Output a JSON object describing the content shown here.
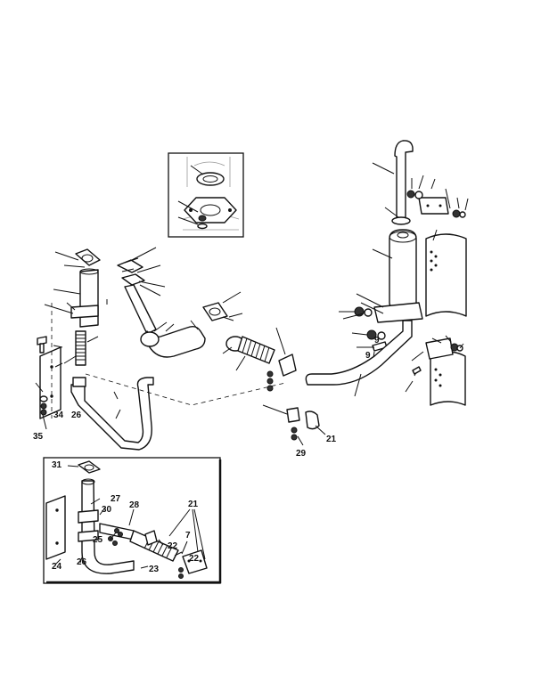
{
  "diagram": {
    "labels": {
      "l34": "34",
      "l26a": "26",
      "l35": "35",
      "l21a": "21",
      "l29": "29",
      "l31": "31",
      "l27": "27",
      "l30": "30",
      "l28": "28",
      "l21b": "21",
      "l25": "25",
      "l22a": "22",
      "l22b": "22",
      "l7": "7",
      "l24": "24",
      "l26b": "26",
      "l23": "23",
      "l9a": "9",
      "l9b": "9"
    }
  }
}
